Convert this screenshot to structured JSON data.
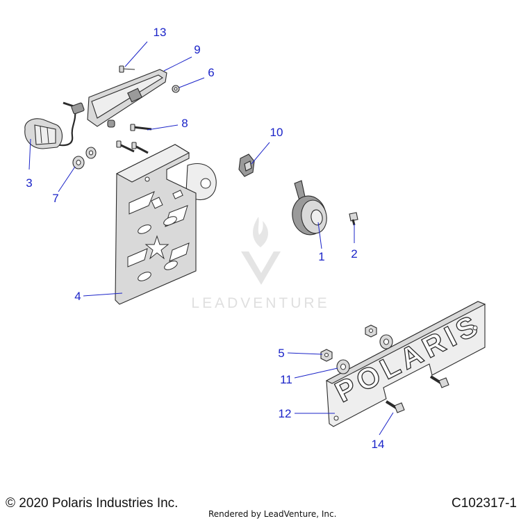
{
  "callouts": [
    {
      "id": "1",
      "label": "1"
    },
    {
      "id": "2",
      "label": "2"
    },
    {
      "id": "3",
      "label": "3"
    },
    {
      "id": "4",
      "label": "4"
    },
    {
      "id": "5",
      "label": "5"
    },
    {
      "id": "6",
      "label": "6"
    },
    {
      "id": "7",
      "label": "7"
    },
    {
      "id": "8",
      "label": "8"
    },
    {
      "id": "9",
      "label": "9"
    },
    {
      "id": "10",
      "label": "10"
    },
    {
      "id": "11",
      "label": "11"
    },
    {
      "id": "12",
      "label": "12"
    },
    {
      "id": "13",
      "label": "13"
    },
    {
      "id": "14",
      "label": "14"
    }
  ],
  "plate_lettering": "POLARIS",
  "watermark": "LEADVENTURE",
  "footer": {
    "copyright": "© 2020 Polaris Industries Inc.",
    "rendered_by": "Rendered by LeadVenture, Inc.",
    "diagram_code": "C102317-1"
  },
  "colors": {
    "callout": "#1a23c8",
    "line_art": "#2a2a2a",
    "watermark": "#dcdcdc"
  }
}
